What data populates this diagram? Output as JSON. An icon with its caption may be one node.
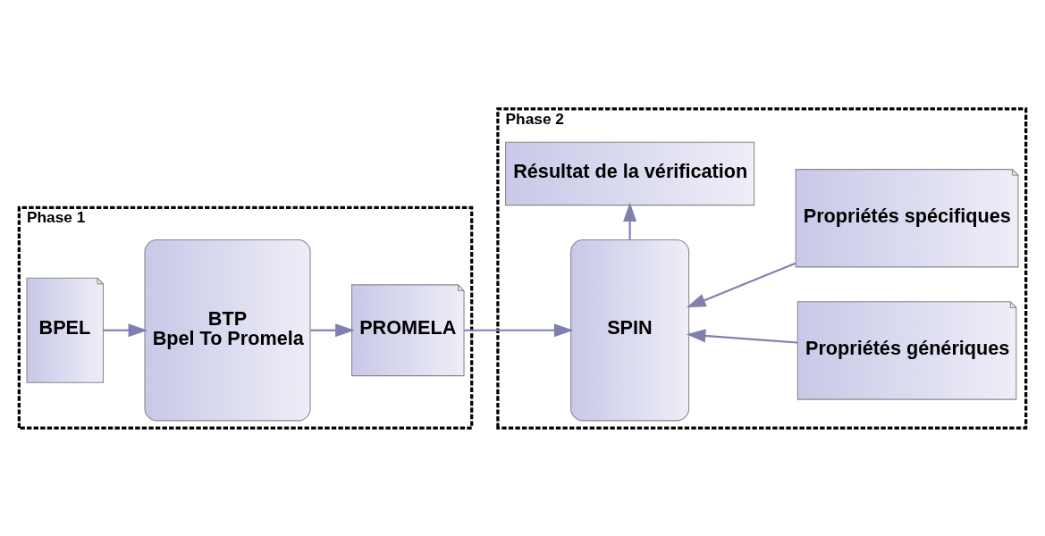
{
  "diagram": {
    "nodes": [
      {
        "text": [
          "Phase 1"
        ]
      },
      {
        "text": [
          "BPEL"
        ],
        "in": 0
      },
      {
        "text": [
          "BTP",
          "Bpel To Promela"
        ],
        "in": 0
      },
      {
        "text": [
          "PROMELA"
        ],
        "in": 0
      },
      {
        "text": [
          "Phase 2"
        ]
      },
      {
        "text": [
          "SPIN"
        ],
        "in": 4
      },
      {
        "text": [
          "Propriétés génériques"
        ],
        "in": 4
      },
      {
        "text": [
          "Propriétés spécifiques"
        ],
        "in": 4
      },
      {
        "text": [
          "Résultat de la vérification"
        ],
        "in": 4
      }
    ],
    "edges": [
      {
        "from": 1,
        "to": 2,
        "arrow": "to"
      },
      {
        "from": 2,
        "to": 3,
        "arrow": "to"
      },
      {
        "from": 3,
        "to": 5,
        "arrow": "to"
      },
      {
        "from": 6,
        "to": 5,
        "arrow": "to"
      },
      {
        "from": 7,
        "to": 5,
        "arrow": "to"
      },
      {
        "from": 5,
        "to": 8,
        "arrow": "to"
      }
    ]
  }
}
